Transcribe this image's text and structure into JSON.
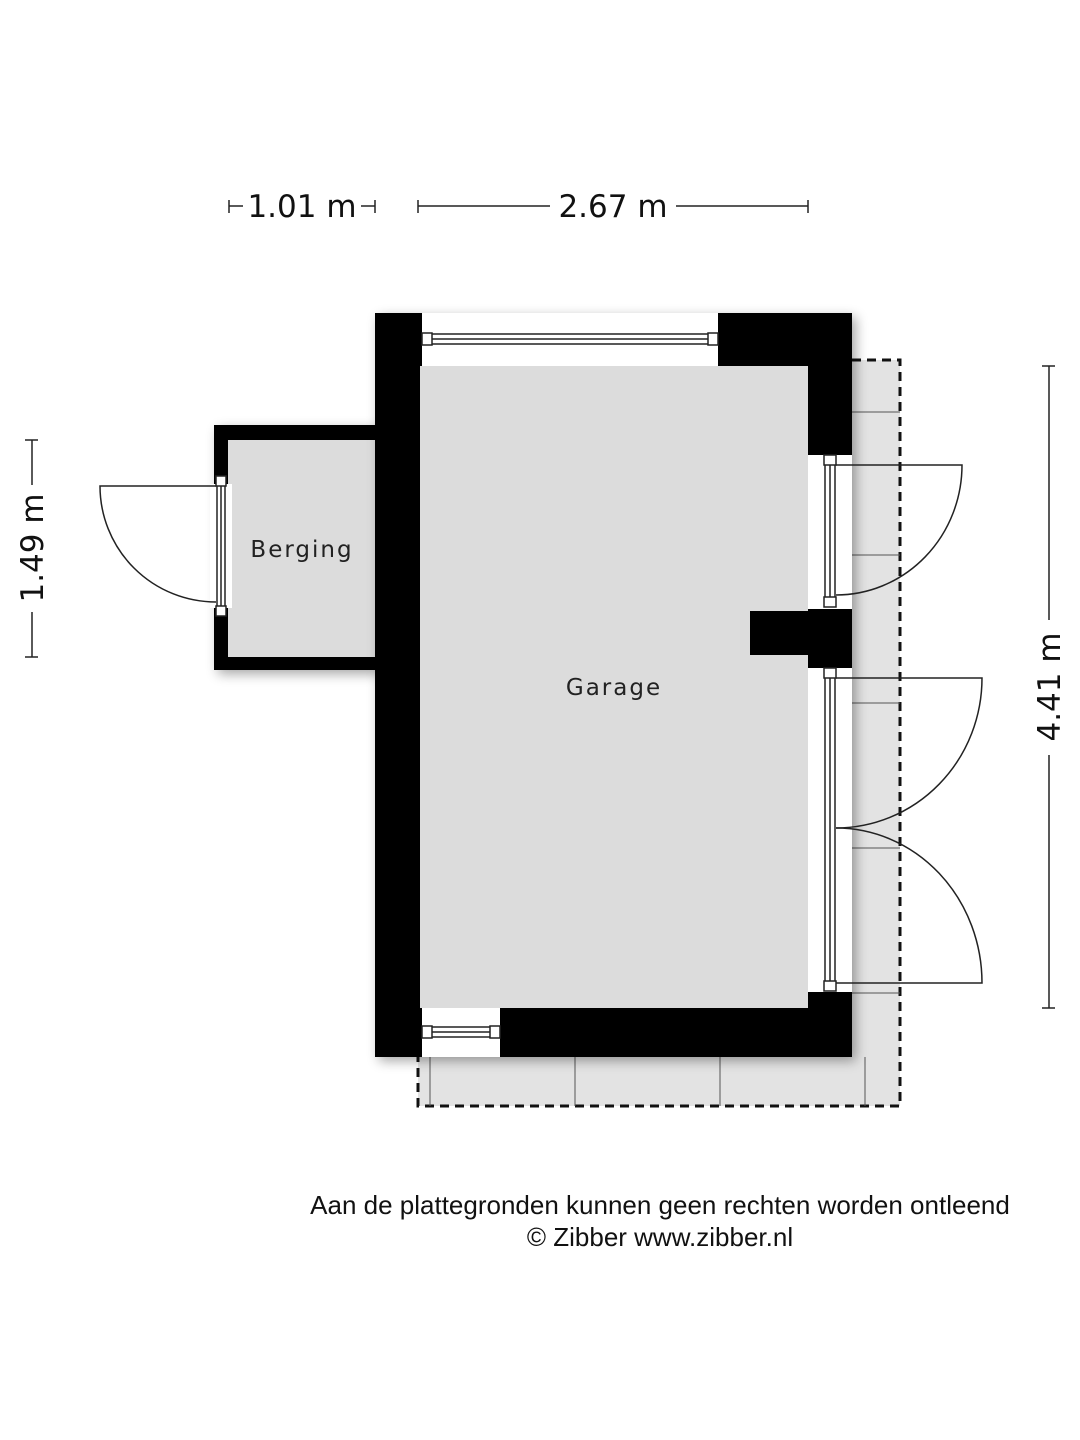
{
  "dimensions": {
    "top_left": "1.01 m",
    "top_right": "2.67 m",
    "left": "1.49 m",
    "right": "4.41 m"
  },
  "rooms": {
    "berging": "Berging",
    "garage": "Garage"
  },
  "footer": {
    "disclaimer": "Aan de plattegronden kunnen geen rechten worden ontleend",
    "copyright": "© Zibber www.zibber.nl"
  },
  "colors": {
    "wall": "#000000",
    "floor": "#dcdcdc",
    "terrace": "#e3e3e3",
    "line": "#222222"
  }
}
